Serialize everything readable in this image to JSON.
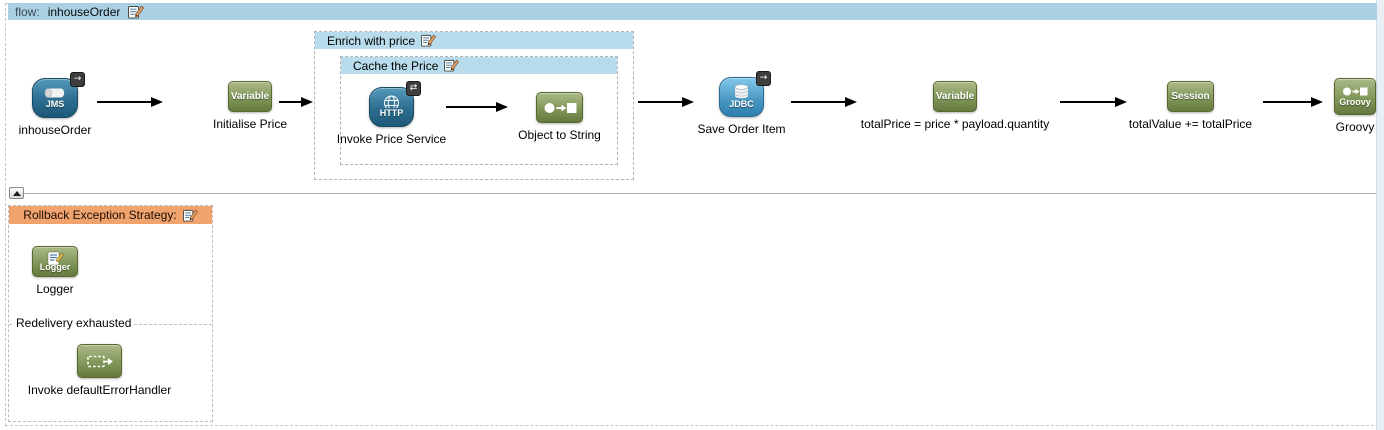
{
  "flow_bar": {
    "prefix": "flow:",
    "name": "inhouseOrder"
  },
  "scopes": {
    "enrich_title": "Enrich with price",
    "cache_title": "Cache the Price"
  },
  "nodes": {
    "jms": {
      "icon_text": "JMS",
      "caption": "inhouseOrder",
      "badge": "→"
    },
    "var_init": {
      "icon_text": "Variable",
      "caption": "Initialise Price"
    },
    "http": {
      "icon_text": "HTTP",
      "caption": "Invoke Price Service",
      "badge": "⇄"
    },
    "object_to_string": {
      "caption": "Object to String"
    },
    "jdbc": {
      "icon_text": "JDBC",
      "caption": "Save Order Item",
      "badge": "→"
    },
    "var_total": {
      "icon_text": "Variable",
      "caption": "totalPrice = price * payload.quantity"
    },
    "session": {
      "icon_text": "Session",
      "caption": "totalValue += totalPrice"
    },
    "groovy": {
      "icon_text": "Groovy",
      "caption": "Groovy"
    },
    "logger": {
      "icon_text": "Logger",
      "caption": "Logger"
    },
    "flow_ref": {
      "caption": "Invoke defaultErrorHandler"
    }
  },
  "exception": {
    "title": "Rollback Exception Strategy:",
    "redelivery_title": "Redelivery exhausted"
  },
  "colors": {
    "flow_header": "#aad0e4",
    "scope_header": "#b9dcec",
    "exception_header": "#f1a36e",
    "icon_blue_dark": "#2d6e90",
    "icon_blue_light": "#4694c0",
    "icon_green": "#7e9456",
    "arrow": "#000000",
    "canvas": "#ffffff"
  }
}
